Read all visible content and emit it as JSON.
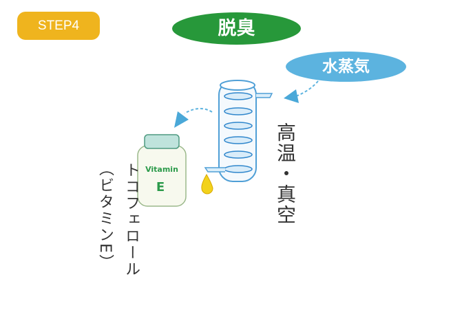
{
  "step_badge": "STEP4",
  "title": "脱臭",
  "steam_label": "水蒸気",
  "conditions": "高温・真空",
  "product_name": "トコフェロール",
  "product_alias": "（ビタミンE）",
  "bottle": {
    "label_line1": "Vitamin",
    "label_line2": "E"
  },
  "colors": {
    "step": "#efb41e",
    "title": "#27983a",
    "steam": "#5cb3df"
  }
}
